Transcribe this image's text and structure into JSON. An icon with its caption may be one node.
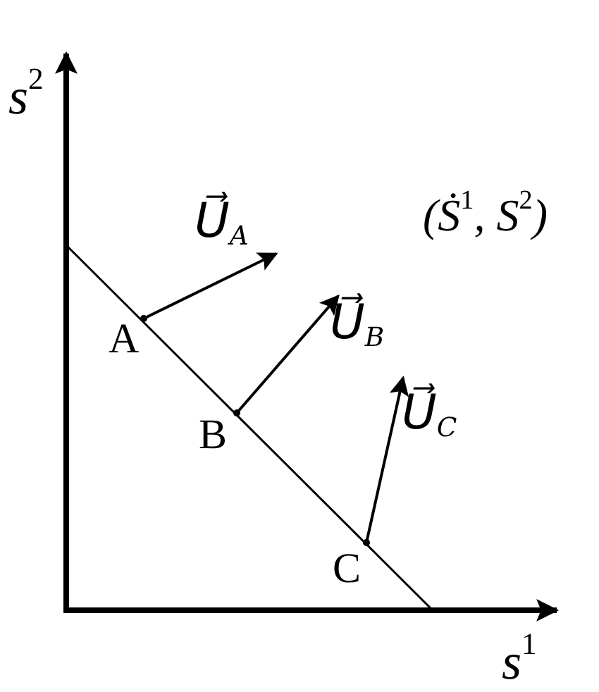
{
  "diagram": {
    "labels": [
      "s$^{2}$",
      "(Ṡ$^{1}$, S$^{2}$)",
      "U⃗$_{A}$",
      "A",
      "U⃗$_{B}$",
      "B",
      "U⃗$_{C}$",
      "C",
      "s$^{1}$"
    ]
  }
}
